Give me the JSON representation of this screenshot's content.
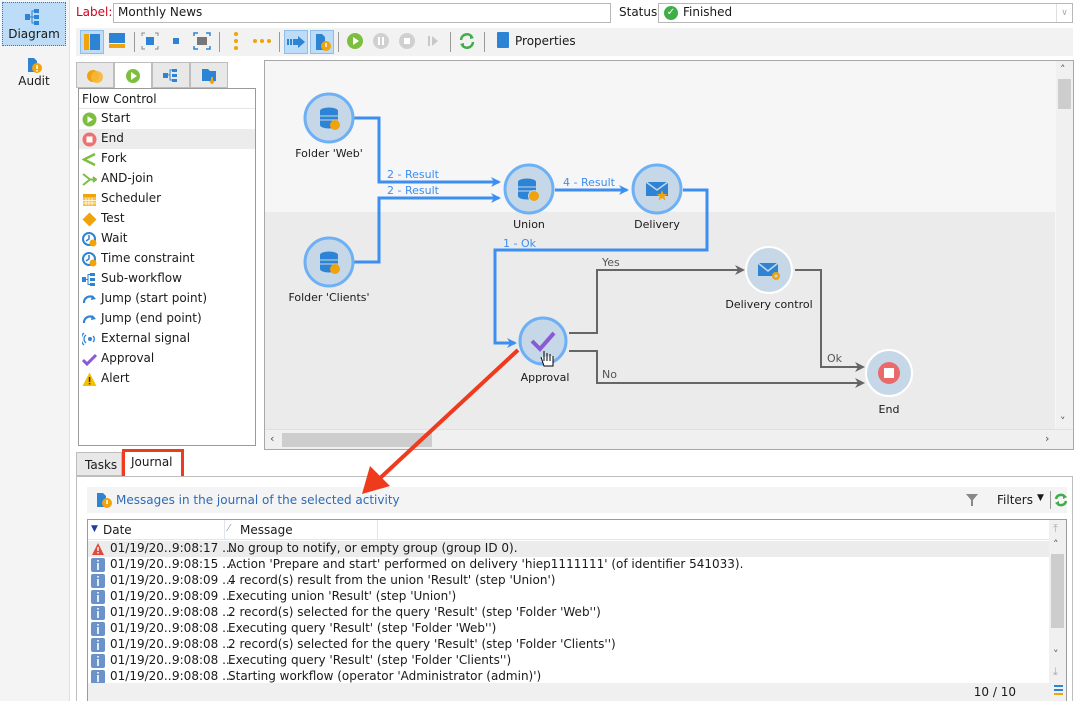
{
  "nav": {
    "items": [
      {
        "label": "Diagram",
        "icon": "diagram-icon",
        "active": true
      },
      {
        "label": "Audit",
        "icon": "audit-icon",
        "active": false
      }
    ]
  },
  "header": {
    "label_caption": "Label:",
    "label_value": "Monthly News",
    "status_caption": "Status:",
    "status_value": "Finished",
    "status_icon": "check-circle-icon"
  },
  "toolbar": {
    "buttons": [
      "layout-vertical-icon",
      "layout-horizontal-icon",
      "zoom-fit-icon",
      "zoom-normal-icon",
      "zoom-selection-icon",
      "align-vertical-icon",
      "align-horizontal-icon",
      "auto-layout-icon",
      "show-logs-icon",
      "start-icon",
      "pause-icon",
      "stop-icon",
      "step-icon",
      "refresh-icon"
    ],
    "properties_label": "Properties"
  },
  "palette": {
    "tabs": [
      "targeting-icon",
      "flow-control-icon",
      "actions-icon",
      "events-icon"
    ],
    "active_tab": 1,
    "heading": "Flow Control",
    "items": [
      {
        "label": "Start",
        "icon": "start-icon"
      },
      {
        "label": "End",
        "icon": "end-icon",
        "selected": true
      },
      {
        "label": "Fork",
        "icon": "fork-icon"
      },
      {
        "label": "AND-join",
        "icon": "and-join-icon"
      },
      {
        "label": "Scheduler",
        "icon": "scheduler-icon"
      },
      {
        "label": "Test",
        "icon": "test-icon"
      },
      {
        "label": "Wait",
        "icon": "wait-icon"
      },
      {
        "label": "Time constraint",
        "icon": "time-constraint-icon"
      },
      {
        "label": "Sub-workflow",
        "icon": "sub-workflow-icon"
      },
      {
        "label": "Jump (start point)",
        "icon": "jump-start-icon"
      },
      {
        "label": "Jump (end point)",
        "icon": "jump-end-icon"
      },
      {
        "label": "External signal",
        "icon": "external-signal-icon"
      },
      {
        "label": "Approval",
        "icon": "approval-icon"
      },
      {
        "label": "Alert",
        "icon": "alert-icon"
      }
    ]
  },
  "diagram": {
    "nodes": [
      {
        "id": "web",
        "label": "Folder 'Web'",
        "icon": "database-icon"
      },
      {
        "id": "clients",
        "label": "Folder 'Clients'",
        "icon": "database-icon"
      },
      {
        "id": "union",
        "label": "Union",
        "icon": "union-icon"
      },
      {
        "id": "delivery",
        "label": "Delivery",
        "icon": "delivery-icon"
      },
      {
        "id": "approval",
        "label": "Approval",
        "icon": "approval-icon"
      },
      {
        "id": "deliverycontrol",
        "label": "Delivery control",
        "icon": "delivery-control-icon"
      },
      {
        "id": "end",
        "label": "End",
        "icon": "end-icon"
      }
    ],
    "edges": [
      {
        "from": "web",
        "to": "union",
        "label": "2 - Result",
        "active": true
      },
      {
        "from": "clients",
        "to": "union",
        "label": "2 - Result",
        "active": true
      },
      {
        "from": "union",
        "to": "delivery",
        "label": "4 - Result",
        "active": true
      },
      {
        "from": "delivery",
        "to": "approval",
        "label": "1 - Ok",
        "active": true
      },
      {
        "from": "approval",
        "to": "deliverycontrol",
        "label": "Yes",
        "active": false
      },
      {
        "from": "approval",
        "to": "end",
        "label": "No",
        "active": false
      },
      {
        "from": "deliverycontrol",
        "to": "end",
        "label": "Ok",
        "active": false
      }
    ]
  },
  "bottom": {
    "tabs": [
      {
        "label": "Tasks",
        "active": false
      },
      {
        "label": "Journal",
        "active": true
      }
    ],
    "journal_title": "Messages in the journal of the selected activity",
    "filters_label": "Filters",
    "columns": [
      "Date",
      "Message"
    ],
    "rows": [
      {
        "type": "warning",
        "date": "01/19/20...",
        "time": "9:08:17 ...",
        "message": "No group to notify, or empty group (group ID 0)."
      },
      {
        "type": "info",
        "date": "01/19/20...",
        "time": "9:08:15 ...",
        "message": "Action 'Prepare and start' performed on delivery 'hiep1111111' (of identifier 541033)."
      },
      {
        "type": "info",
        "date": "01/19/20...",
        "time": "9:08:09 ...",
        "message": "4 record(s) result from the union 'Result' (step 'Union')"
      },
      {
        "type": "info",
        "date": "01/19/20...",
        "time": "9:08:09 ...",
        "message": "Executing union 'Result' (step 'Union')"
      },
      {
        "type": "info",
        "date": "01/19/20...",
        "time": "9:08:08 ...",
        "message": "2 record(s) selected for the query 'Result' (step 'Folder 'Web'')"
      },
      {
        "type": "info",
        "date": "01/19/20...",
        "time": "9:08:08 ...",
        "message": "Executing query 'Result' (step 'Folder 'Web'')"
      },
      {
        "type": "info",
        "date": "01/19/20...",
        "time": "9:08:08 ...",
        "message": "2 record(s) selected for the query 'Result' (step 'Folder 'Clients'')"
      },
      {
        "type": "info",
        "date": "01/19/20...",
        "time": "9:08:08 ...",
        "message": "Executing query 'Result' (step 'Folder 'Clients'')"
      },
      {
        "type": "info",
        "date": "01/19/20...",
        "time": "9:08:08 ...",
        "message": "Starting workflow (operator 'Administrator (admin)')"
      }
    ],
    "count": "10 / 10"
  },
  "colors": {
    "accent_blue": "#3c8ef0",
    "inactive_edge": "#666666",
    "node_fill": "#c6d8e8",
    "annotation_red": "#ee3b1e",
    "success_green": "#3fae49"
  }
}
